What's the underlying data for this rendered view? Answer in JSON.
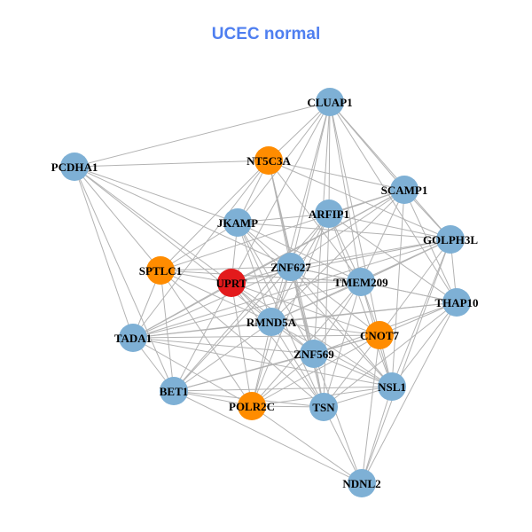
{
  "title": "UCEC normal",
  "colors": {
    "blue": "#7eb0d5",
    "orange": "#ff8c00",
    "red": "#e31a1c",
    "edge": "#b3b3b3"
  },
  "nodes": [
    {
      "id": "CLUAP1",
      "color": "blue"
    },
    {
      "id": "PCDHA1",
      "color": "blue"
    },
    {
      "id": "NT5C3A",
      "color": "orange"
    },
    {
      "id": "SCAMP1",
      "color": "blue"
    },
    {
      "id": "ARFIP1",
      "color": "blue"
    },
    {
      "id": "JKAMP",
      "color": "blue"
    },
    {
      "id": "GOLPH3L",
      "color": "blue"
    },
    {
      "id": "SPTLC1",
      "color": "orange"
    },
    {
      "id": "ZNF627",
      "color": "blue"
    },
    {
      "id": "UPRT",
      "color": "red"
    },
    {
      "id": "TMEM209",
      "color": "blue"
    },
    {
      "id": "THAP10",
      "color": "blue"
    },
    {
      "id": "RMND5A",
      "color": "blue"
    },
    {
      "id": "CNOT7",
      "color": "orange"
    },
    {
      "id": "TADA1",
      "color": "blue"
    },
    {
      "id": "ZNF569",
      "color": "blue"
    },
    {
      "id": "NSL1",
      "color": "blue"
    },
    {
      "id": "BET1",
      "color": "blue"
    },
    {
      "id": "POLR2C",
      "color": "orange"
    },
    {
      "id": "TSN",
      "color": "blue"
    },
    {
      "id": "NDNL2",
      "color": "blue"
    }
  ],
  "edges": [
    [
      "CLUAP1",
      "PCDHA1"
    ],
    [
      "CLUAP1",
      "NT5C3A"
    ],
    [
      "CLUAP1",
      "SCAMP1"
    ],
    [
      "CLUAP1",
      "ARFIP1"
    ],
    [
      "CLUAP1",
      "JKAMP"
    ],
    [
      "CLUAP1",
      "GOLPH3L"
    ],
    [
      "CLUAP1",
      "ZNF627"
    ],
    [
      "CLUAP1",
      "TMEM209"
    ],
    [
      "CLUAP1",
      "THAP10"
    ],
    [
      "CLUAP1",
      "RMND5A"
    ],
    [
      "CLUAP1",
      "CNOT7"
    ],
    [
      "CLUAP1",
      "ZNF569"
    ],
    [
      "CLUAP1",
      "UPRT"
    ],
    [
      "PCDHA1",
      "NT5C3A"
    ],
    [
      "PCDHA1",
      "SPTLC1"
    ],
    [
      "PCDHA1",
      "TADA1"
    ],
    [
      "PCDHA1",
      "BET1"
    ],
    [
      "PCDHA1",
      "UPRT"
    ],
    [
      "PCDHA1",
      "RMND5A"
    ],
    [
      "PCDHA1",
      "ZNF627"
    ],
    [
      "PCDHA1",
      "JKAMP"
    ],
    [
      "NT5C3A",
      "SCAMP1"
    ],
    [
      "NT5C3A",
      "JKAMP"
    ],
    [
      "NT5C3A",
      "SPTLC1"
    ],
    [
      "NT5C3A",
      "TMEM209"
    ],
    [
      "NT5C3A",
      "ZNF569"
    ],
    [
      "NT5C3A",
      "TSN"
    ],
    [
      "NT5C3A",
      "GOLPH3L"
    ],
    [
      "NT5C3A",
      "TADA1"
    ],
    [
      "NT5C3A",
      "ZNF627"
    ],
    [
      "SCAMP1",
      "ARFIP1"
    ],
    [
      "SCAMP1",
      "GOLPH3L"
    ],
    [
      "SCAMP1",
      "THAP10"
    ],
    [
      "SCAMP1",
      "ZNF627"
    ],
    [
      "SCAMP1",
      "UPRT"
    ],
    [
      "SCAMP1",
      "RMND5A"
    ],
    [
      "SCAMP1",
      "TMEM209"
    ],
    [
      "SCAMP1",
      "NSL1"
    ],
    [
      "SCAMP1",
      "TADA1"
    ],
    [
      "SCAMP1",
      "SPTLC1"
    ],
    [
      "ARFIP1",
      "JKAMP"
    ],
    [
      "ARFIP1",
      "GOLPH3L"
    ],
    [
      "ARFIP1",
      "ZNF627"
    ],
    [
      "ARFIP1",
      "TMEM209"
    ],
    [
      "ARFIP1",
      "RMND5A"
    ],
    [
      "ARFIP1",
      "TSN"
    ],
    [
      "ARFIP1",
      "NSL1"
    ],
    [
      "ARFIP1",
      "POLR2C"
    ],
    [
      "ARFIP1",
      "BET1"
    ],
    [
      "ARFIP1",
      "THAP10"
    ],
    [
      "JKAMP",
      "SPTLC1"
    ],
    [
      "JKAMP",
      "UPRT"
    ],
    [
      "JKAMP",
      "ZNF627"
    ],
    [
      "JKAMP",
      "TMEM209"
    ],
    [
      "JKAMP",
      "RMND5A"
    ],
    [
      "JKAMP",
      "ZNF569"
    ],
    [
      "JKAMP",
      "TSN"
    ],
    [
      "JKAMP",
      "NSL1"
    ],
    [
      "JKAMP",
      "GOLPH3L"
    ],
    [
      "GOLPH3L",
      "TMEM209"
    ],
    [
      "GOLPH3L",
      "THAP10"
    ],
    [
      "GOLPH3L",
      "CNOT7"
    ],
    [
      "GOLPH3L",
      "NSL1"
    ],
    [
      "GOLPH3L",
      "ZNF627"
    ],
    [
      "GOLPH3L",
      "UPRT"
    ],
    [
      "GOLPH3L",
      "RMND5A"
    ],
    [
      "GOLPH3L",
      "NDNL2"
    ],
    [
      "GOLPH3L",
      "TADA1"
    ],
    [
      "SPTLC1",
      "UPRT"
    ],
    [
      "SPTLC1",
      "ZNF627"
    ],
    [
      "SPTLC1",
      "RMND5A"
    ],
    [
      "SPTLC1",
      "TADA1"
    ],
    [
      "SPTLC1",
      "BET1"
    ],
    [
      "SPTLC1",
      "POLR2C"
    ],
    [
      "SPTLC1",
      "TSN"
    ],
    [
      "SPTLC1",
      "TMEM209"
    ],
    [
      "ZNF627",
      "UPRT"
    ],
    [
      "ZNF627",
      "TMEM209"
    ],
    [
      "ZNF627",
      "RMND5A"
    ],
    [
      "ZNF627",
      "ZNF569"
    ],
    [
      "ZNF627",
      "TSN"
    ],
    [
      "ZNF627",
      "CNOT7"
    ],
    [
      "ZNF627",
      "NSL1"
    ],
    [
      "ZNF627",
      "TADA1"
    ],
    [
      "ZNF627",
      "BET1"
    ],
    [
      "ZNF627",
      "POLR2C"
    ],
    [
      "ZNF627",
      "THAP10"
    ],
    [
      "UPRT",
      "TMEM209"
    ],
    [
      "UPRT",
      "RMND5A"
    ],
    [
      "UPRT",
      "ZNF569"
    ],
    [
      "UPRT",
      "TSN"
    ],
    [
      "UPRT",
      "BET1"
    ],
    [
      "UPRT",
      "POLR2C"
    ],
    [
      "UPRT",
      "NSL1"
    ],
    [
      "UPRT",
      "CNOT7"
    ],
    [
      "UPRT",
      "TADA1"
    ],
    [
      "TMEM209",
      "THAP10"
    ],
    [
      "TMEM209",
      "RMND5A"
    ],
    [
      "TMEM209",
      "CNOT7"
    ],
    [
      "TMEM209",
      "ZNF569"
    ],
    [
      "TMEM209",
      "NSL1"
    ],
    [
      "TMEM209",
      "TSN"
    ],
    [
      "TMEM209",
      "TADA1"
    ],
    [
      "TMEM209",
      "POLR2C"
    ],
    [
      "THAP10",
      "CNOT7"
    ],
    [
      "THAP10",
      "NSL1"
    ],
    [
      "THAP10",
      "NDNL2"
    ],
    [
      "THAP10",
      "TSN"
    ],
    [
      "THAP10",
      "ZNF569"
    ],
    [
      "THAP10",
      "RMND5A"
    ],
    [
      "THAP10",
      "TADA1"
    ],
    [
      "RMND5A",
      "CNOT7"
    ],
    [
      "RMND5A",
      "ZNF569"
    ],
    [
      "RMND5A",
      "TSN"
    ],
    [
      "RMND5A",
      "NSL1"
    ],
    [
      "RMND5A",
      "TADA1"
    ],
    [
      "RMND5A",
      "BET1"
    ],
    [
      "RMND5A",
      "POLR2C"
    ],
    [
      "CNOT7",
      "ZNF569"
    ],
    [
      "CNOT7",
      "NSL1"
    ],
    [
      "CNOT7",
      "NDNL2"
    ],
    [
      "CNOT7",
      "TSN"
    ],
    [
      "CNOT7",
      "POLR2C"
    ],
    [
      "CNOT7",
      "TADA1"
    ],
    [
      "CNOT7",
      "BET1"
    ],
    [
      "TADA1",
      "BET1"
    ],
    [
      "TADA1",
      "ZNF569"
    ],
    [
      "TADA1",
      "POLR2C"
    ],
    [
      "TADA1",
      "NSL1"
    ],
    [
      "ZNF569",
      "NSL1"
    ],
    [
      "ZNF569",
      "TSN"
    ],
    [
      "ZNF569",
      "POLR2C"
    ],
    [
      "ZNF569",
      "BET1"
    ],
    [
      "ZNF569",
      "NDNL2"
    ],
    [
      "NSL1",
      "TSN"
    ],
    [
      "NSL1",
      "NDNL2"
    ],
    [
      "NSL1",
      "POLR2C"
    ],
    [
      "NSL1",
      "BET1"
    ],
    [
      "BET1",
      "POLR2C"
    ],
    [
      "BET1",
      "TSN"
    ],
    [
      "BET1",
      "NDNL2"
    ],
    [
      "POLR2C",
      "TSN"
    ],
    [
      "POLR2C",
      "NDNL2"
    ],
    [
      "TSN",
      "NDNL2"
    ]
  ]
}
